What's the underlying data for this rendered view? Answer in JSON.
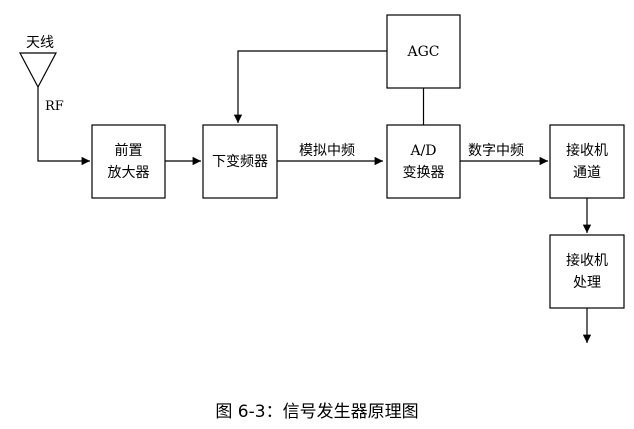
{
  "diagram": {
    "antenna_label": "天线",
    "rf_label": "RF",
    "preamp": {
      "line1": "前置",
      "line2": "放大器"
    },
    "downconverter": {
      "line1": "下变频器"
    },
    "agc": {
      "line1": "AGC"
    },
    "adc": {
      "line1": "A/D",
      "line2": "变换器"
    },
    "receiver_channel": {
      "line1": "接收机",
      "line2": "通道"
    },
    "receiver_processing": {
      "line1": "接收机",
      "line2": "处理"
    },
    "analog_if_label": "模拟中频",
    "digital_if_label": "数字中频"
  },
  "caption": "图 6-3：信号发生器原理图"
}
